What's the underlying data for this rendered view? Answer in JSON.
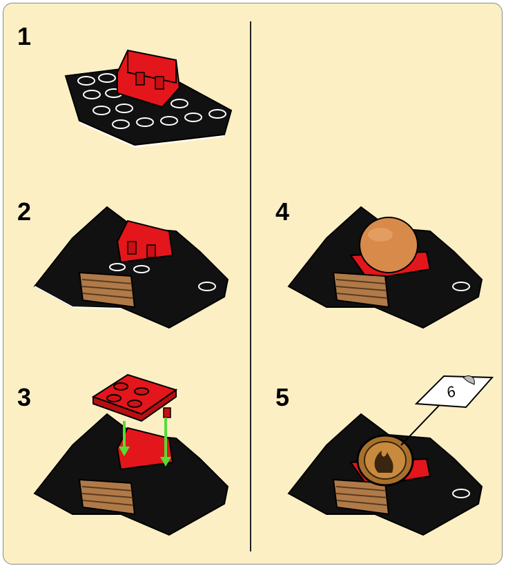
{
  "steps": [
    {
      "number": "1",
      "part": "black-wedge-plate-with-red-seat"
    },
    {
      "number": "2",
      "part": "black-slopes-and-tan-grille"
    },
    {
      "number": "3",
      "part": "red-2x2-plate"
    },
    {
      "number": "4",
      "part": "orange-dome"
    },
    {
      "number": "5",
      "part": "fire-emblem-tile"
    }
  ],
  "callout": {
    "page_ref": "6"
  },
  "colors": {
    "background": "#fcefc4",
    "black": "#111111",
    "red": "#e3161b",
    "tan": "#b07a48",
    "orange": "#d88a4a",
    "arrow": "#55dd33",
    "emblem": "#a8702c"
  }
}
